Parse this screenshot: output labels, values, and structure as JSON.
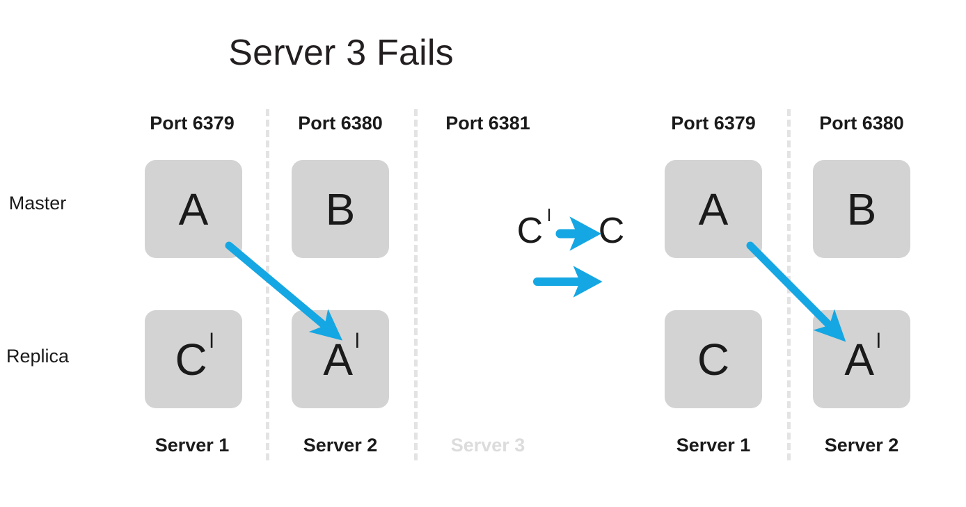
{
  "title": "Server 3 Fails",
  "accent_color": "#14a7e3",
  "box_color": "#d3d3d3",
  "text_color": "#1a1a1a",
  "dim_color": "#dcdcdc",
  "divider_color": "#e3e3e3",
  "row_labels": {
    "master": "Master",
    "replica": "Replica"
  },
  "before": {
    "columns": [
      {
        "port": "Port 6379",
        "server": "Server 1",
        "dim": false,
        "master": {
          "letter": "A",
          "prime": ""
        },
        "replica": {
          "letter": "C",
          "prime": "l"
        }
      },
      {
        "port": "Port 6380",
        "server": "Server 2",
        "dim": false,
        "master": {
          "letter": "B",
          "prime": ""
        },
        "replica": {
          "letter": "A",
          "prime": "l"
        }
      },
      {
        "port": "Port 6381",
        "server": "Server 3",
        "dim": true,
        "master": {
          "letter": "",
          "prime": ""
        },
        "replica": {
          "letter": "",
          "prime": ""
        }
      }
    ]
  },
  "after": {
    "columns": [
      {
        "port": "Port 6379",
        "server": "Server 1",
        "dim": false,
        "master": {
          "letter": "A",
          "prime": ""
        },
        "replica": {
          "letter": "C",
          "prime": ""
        }
      },
      {
        "port": "Port 6380",
        "server": "Server 2",
        "dim": false,
        "master": {
          "letter": "B",
          "prime": ""
        },
        "replica": {
          "letter": "A",
          "prime": "l"
        }
      }
    ]
  },
  "transition": {
    "from_letter": "C",
    "from_prime": "l",
    "to_letter": "C",
    "to_prime": ""
  },
  "arrows": {
    "replication_left": "replication-arrow-left",
    "replication_right": "replication-arrow-right",
    "promote": "promote-arrow",
    "transform": "transform-arrow"
  }
}
